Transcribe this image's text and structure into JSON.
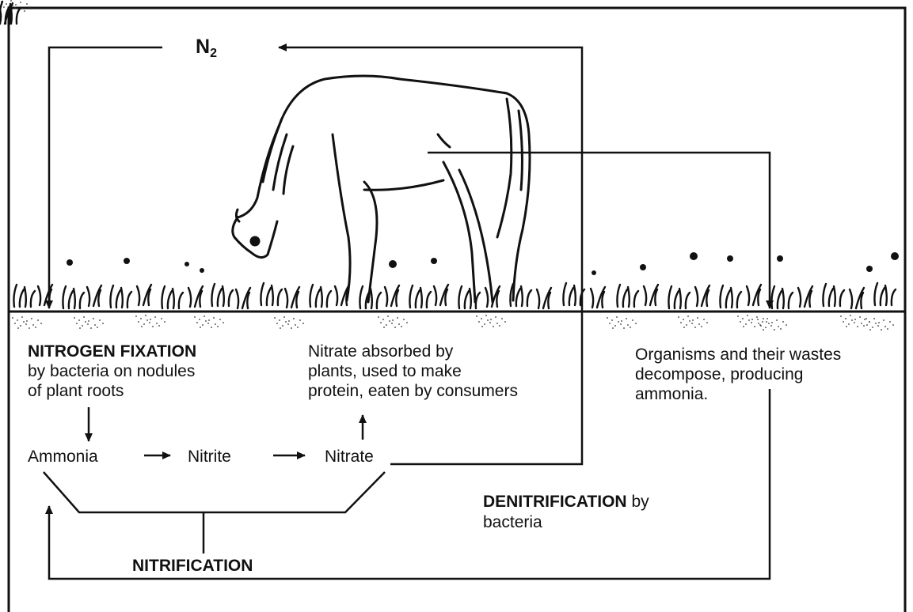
{
  "diagram": {
    "n2": "N",
    "n2_sub": "2",
    "fixation": {
      "title": "NITROGEN FIXATION",
      "desc": "by bacteria on nodules\nof plant roots"
    },
    "absorbed": "Nitrate absorbed by\nplants, used to make\nprotein, eaten by consumers",
    "decompose": "Organisms and their wastes\ndecompose, producing\nammonia.",
    "ammonia": "Ammonia",
    "nitrite": "Nitrite",
    "nitrate": "Nitrate",
    "denitrification": {
      "title": "DENITRIFICATION",
      "tail": " by",
      "line2": "bacteria"
    },
    "nitrification": "NITRIFICATION",
    "icons": {
      "animal": "grazing-horse-illustration",
      "ground": "grass-and-soil"
    },
    "colors": {
      "ink": "#111111",
      "background": "#ffffff"
    }
  }
}
